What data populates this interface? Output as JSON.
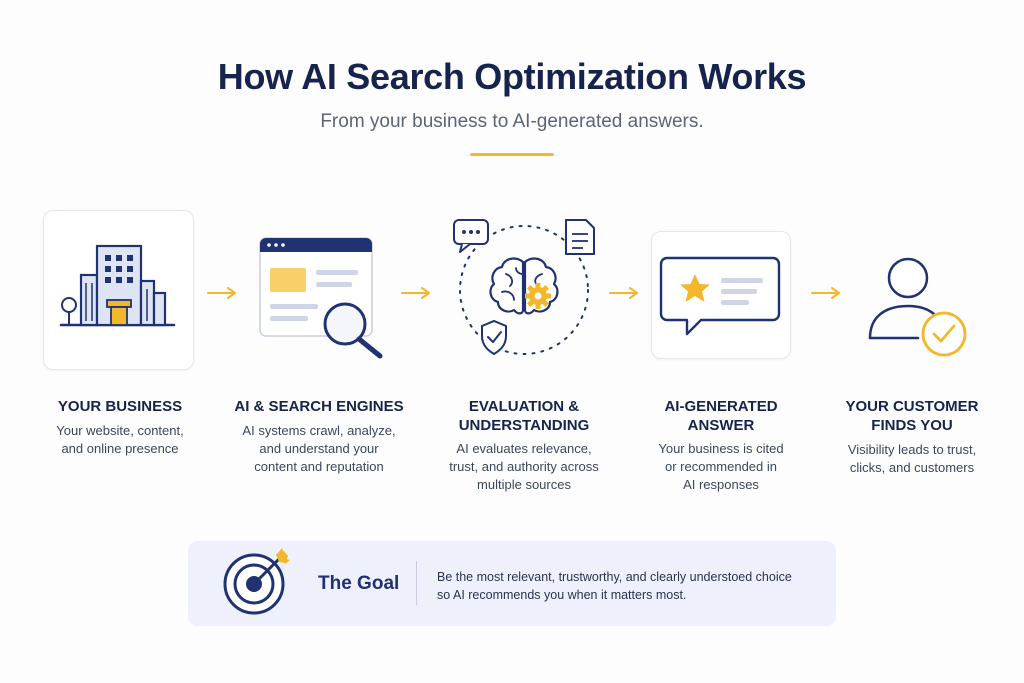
{
  "header": {
    "title": "How AI Search Optimization Works",
    "subtitle": "From your business to AI-generated answers."
  },
  "steps": [
    {
      "title_lines": [
        "YOUR BUSINESS"
      ],
      "desc_lines": [
        "Your website, content,",
        "and online presence"
      ],
      "icon": "office-building-icon"
    },
    {
      "title_lines": [
        "AI & SEARCH ENGINES"
      ],
      "desc_lines": [
        "AI systems crawl, analyze,",
        "and understand your",
        "content and reputation"
      ],
      "icon": "browser-search-icon"
    },
    {
      "title_lines": [
        "EVALUATION &",
        "UNDERSTANDING"
      ],
      "desc_lines": [
        "AI evaluates relevance,",
        "trust, and authority across",
        "multiple sources"
      ],
      "icon": "brain-gear-icon"
    },
    {
      "title_lines": [
        "AI-GENERATED",
        "ANSWER"
      ],
      "desc_lines": [
        "Your business is cited",
        "or recommended in",
        "AI responses"
      ],
      "icon": "chat-star-icon"
    },
    {
      "title_lines": [
        "YOUR CUSTOMER",
        "FINDS YOU"
      ],
      "desc_lines": [
        "Visibility leads to trust,",
        "clicks, and customers"
      ],
      "icon": "user-check-icon"
    }
  ],
  "goal": {
    "title": "The Goal",
    "text_lines": [
      "Be the most relevant, trustworthy, and clearly understoed choice",
      "so AI recommends you when it matters most."
    ],
    "icon": "target-arrow-icon"
  },
  "colors": {
    "navy": "#1f3272",
    "accent": "#f2b72b",
    "panel": "#eef0fb",
    "soft_blue": "#dfe4f5"
  }
}
